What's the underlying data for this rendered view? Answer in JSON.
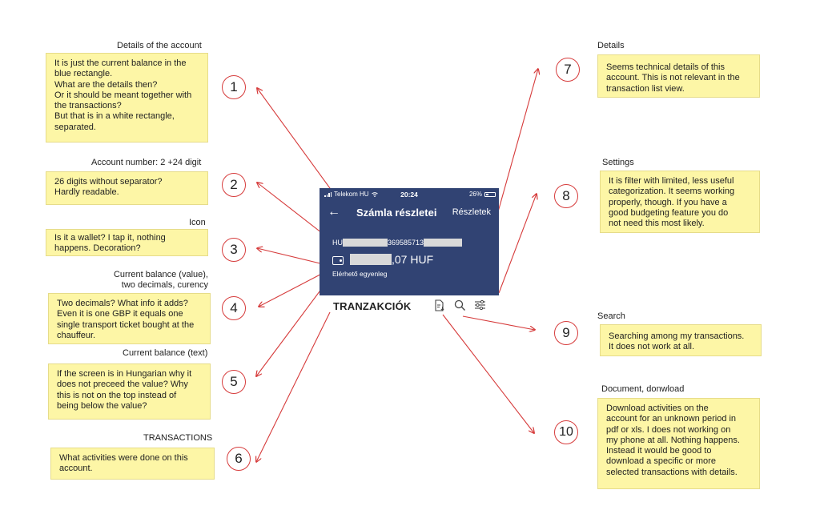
{
  "colors": {
    "note_bg": "#fdf6a6",
    "arrow": "#d63b3b",
    "phone_bg": "#314373"
  },
  "phone": {
    "carrier": "Telekom HU",
    "time": "20:24",
    "battery": "26%",
    "title": "Számla részletei",
    "details_link": "Részletek",
    "account_prefix": "HU",
    "account_visible": "369585713",
    "balance_suffix": ",07 HUF",
    "balance_label": "Elérhető egyenleg",
    "transactions_heading": "TRANZAKCIÓK",
    "icons": [
      "back-arrow-icon",
      "wifi-icon",
      "battery-icon",
      "wallet-icon",
      "document-download-icon",
      "search-icon",
      "filter-icon"
    ]
  },
  "annotations": [
    {
      "num": "1",
      "heading": "Details of the account",
      "note": "It is just the current balance in the\nblue rectangle.\nWhat are the details then?\nOr it should be meant together with\nthe transactions?\nBut that is in a white rectangle,\nseparated."
    },
    {
      "num": "2",
      "heading": "Account number: 2 +24 digit",
      "note": "26 digits without separator?\nHardly readable."
    },
    {
      "num": "3",
      "heading": "Icon",
      "note": "Is it a wallet?  I tap it, nothing\nhappens. Decoration?"
    },
    {
      "num": "4",
      "heading": "Current balance (value),\ntwo decimals, curency",
      "note": "Two decimals? What info it adds?\nEven it is one GBP it equals one\nsingle transport ticket bought at the\nchauffeur."
    },
    {
      "num": "5",
      "heading": "Current balance (text)",
      "note": "If the screen is in Hungarian why it\ndoes not preceed the value? Why\nthis is not on the top instead of\nbeing below the value?"
    },
    {
      "num": "6",
      "heading": "TRANSACTIONS",
      "note": "What activities were done on this\naccount."
    },
    {
      "num": "7",
      "heading": "Details",
      "note": "Seems technical details of this\naccount. This is not relevant in the\ntransaction list view."
    },
    {
      "num": "8",
      "heading": "Settings",
      "note": "It is filter with limited, less useful\ncategorization. It seems working\nproperly, though. If you have a\ngood budgeting feature you do\nnot need this most likely."
    },
    {
      "num": "9",
      "heading": "Search",
      "note": "Searching among my transactions.\nIt does not work at all."
    },
    {
      "num": "10",
      "heading": "Document, donwload",
      "note": "Download activities on the\naccount for an unknown period in\npdf or xls. I does not working on\nmy phone at all. Nothing happens.\nInstead it would be good to\ndownload a specific or more\nselected transactions with details."
    }
  ]
}
